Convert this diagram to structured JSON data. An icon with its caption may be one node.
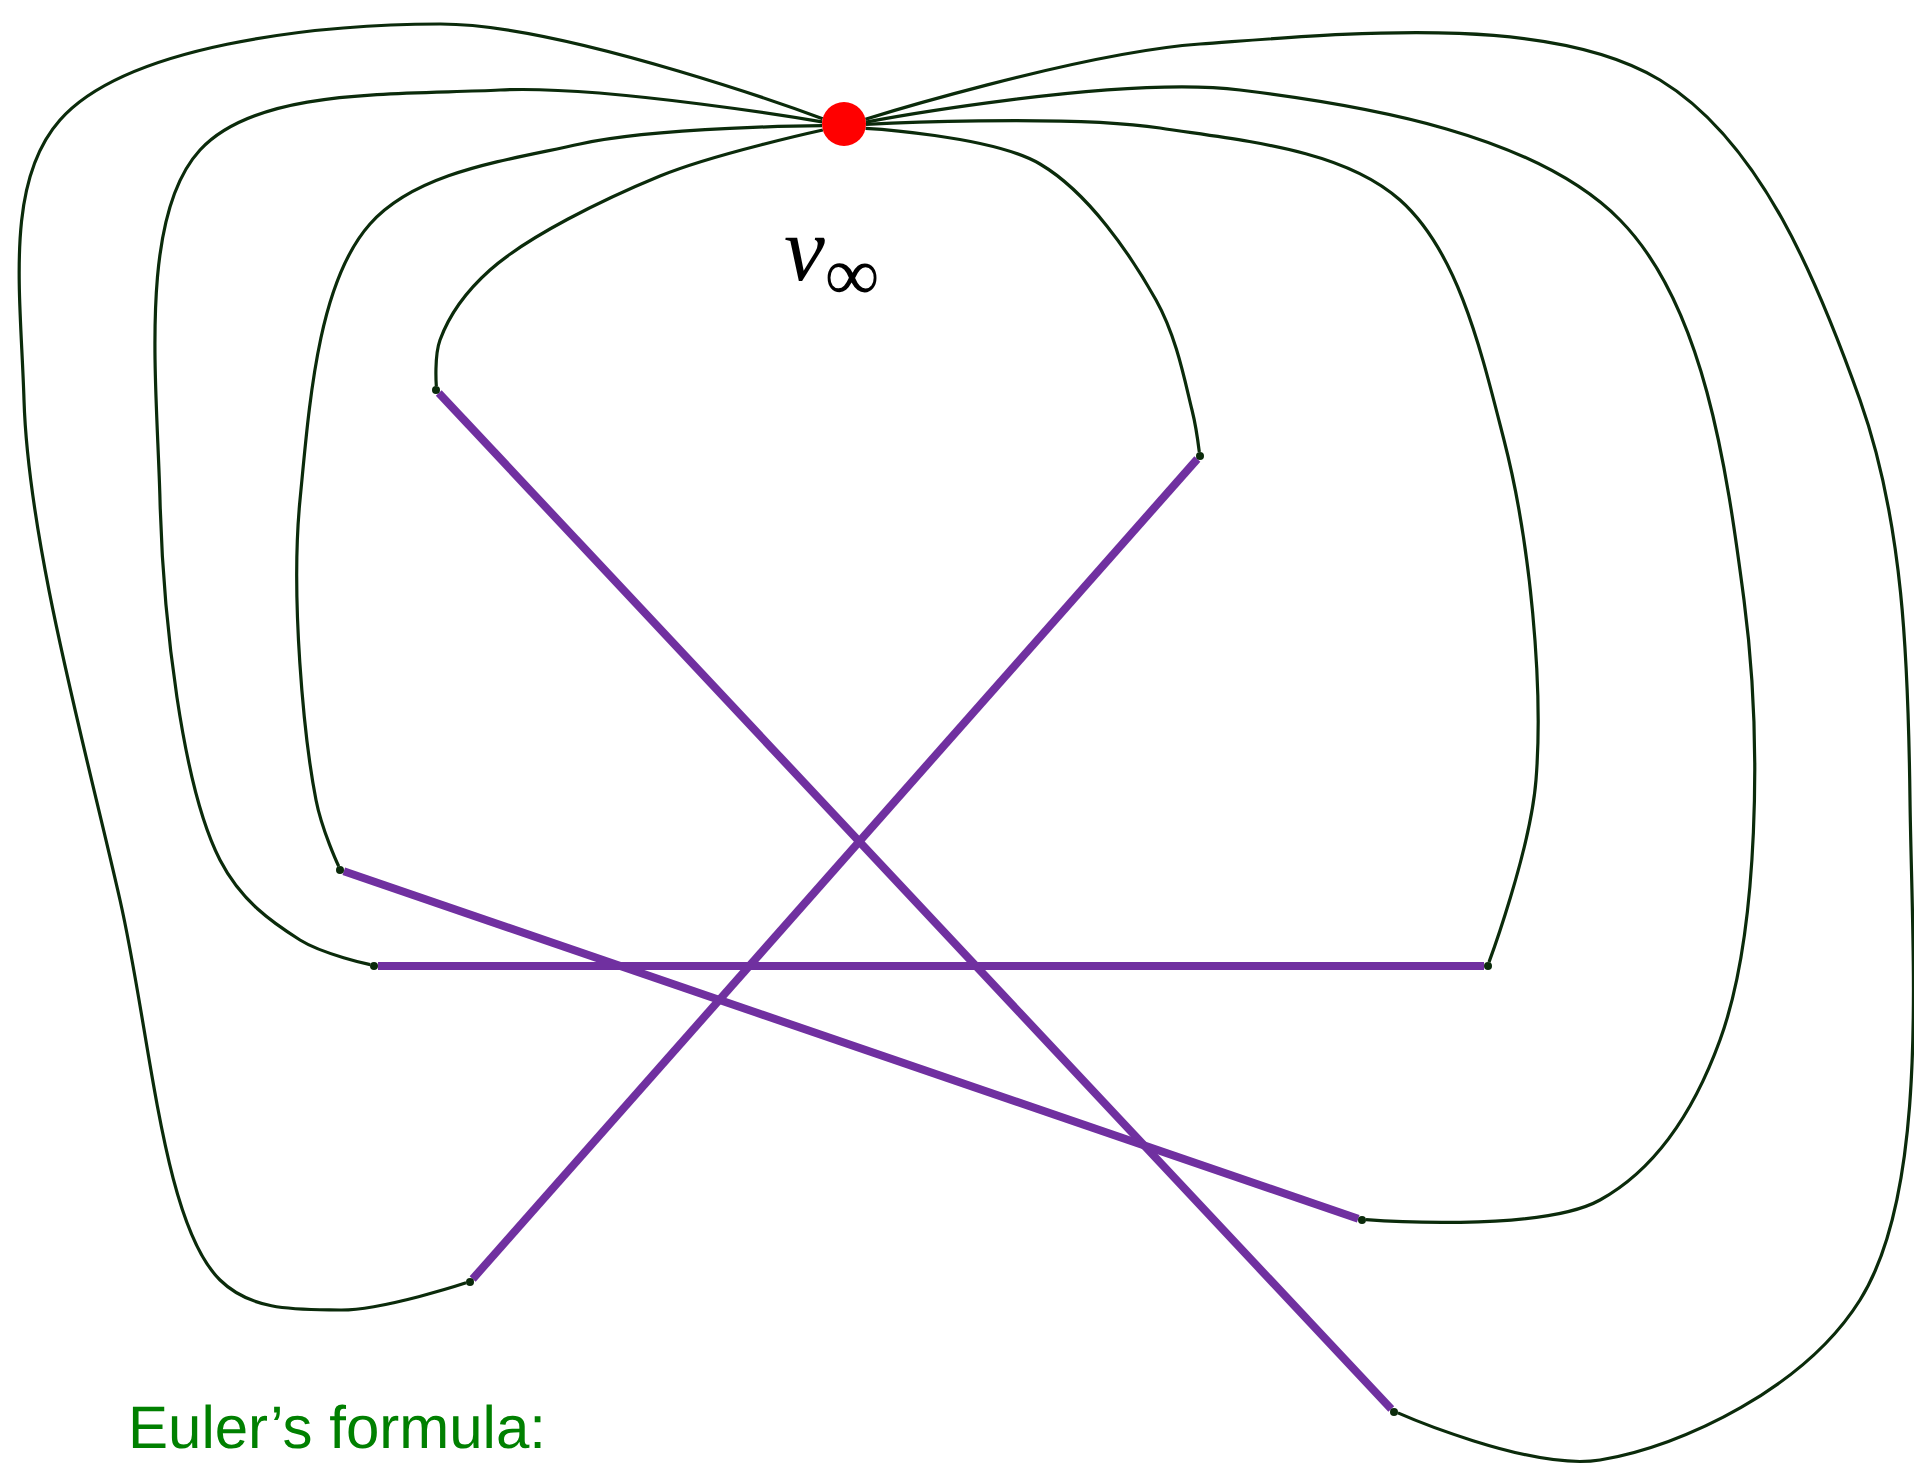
{
  "diagram": {
    "nodes": [
      {
        "text": [],
        "shape": "circle",
        "beside": [
          "*v*$_{∞}$"
        ]
      },
      {
        "text": [],
        "shape": "point"
      },
      {
        "text": [],
        "shape": "point"
      },
      {
        "text": [],
        "shape": "point"
      },
      {
        "text": [],
        "shape": "point"
      },
      {
        "text": [],
        "shape": "point"
      },
      {
        "text": [],
        "shape": "point"
      },
      {
        "text": [],
        "shape": "point"
      },
      {
        "text": [],
        "shape": "point"
      }
    ],
    "edges": [
      {
        "from": 0,
        "to": 1,
        "arrow": "none"
      },
      {
        "from": 0,
        "to": 2,
        "arrow": "none"
      },
      {
        "from": 0,
        "to": 3,
        "arrow": "none"
      },
      {
        "from": 0,
        "to": 4,
        "arrow": "none"
      },
      {
        "from": 0,
        "to": 5,
        "arrow": "none"
      },
      {
        "from": 0,
        "to": 6,
        "arrow": "none"
      },
      {
        "from": 0,
        "to": 7,
        "arrow": "none"
      },
      {
        "from": 0,
        "to": 8,
        "arrow": "none"
      },
      {
        "from": 1,
        "to": 8,
        "arrow": "none",
        "style": "thick",
        "color": "#7030a0"
      },
      {
        "from": 2,
        "to": 7,
        "arrow": "none",
        "style": "thick",
        "color": "#7030a0"
      },
      {
        "from": 3,
        "to": 6,
        "arrow": "none",
        "style": "thick",
        "color": "#7030a0"
      },
      {
        "from": 5,
        "to": 4,
        "arrow": "none",
        "style": "thick",
        "color": "#7030a0"
      }
    ],
    "labels": [
      "Euler’s formula:"
    ]
  }
}
